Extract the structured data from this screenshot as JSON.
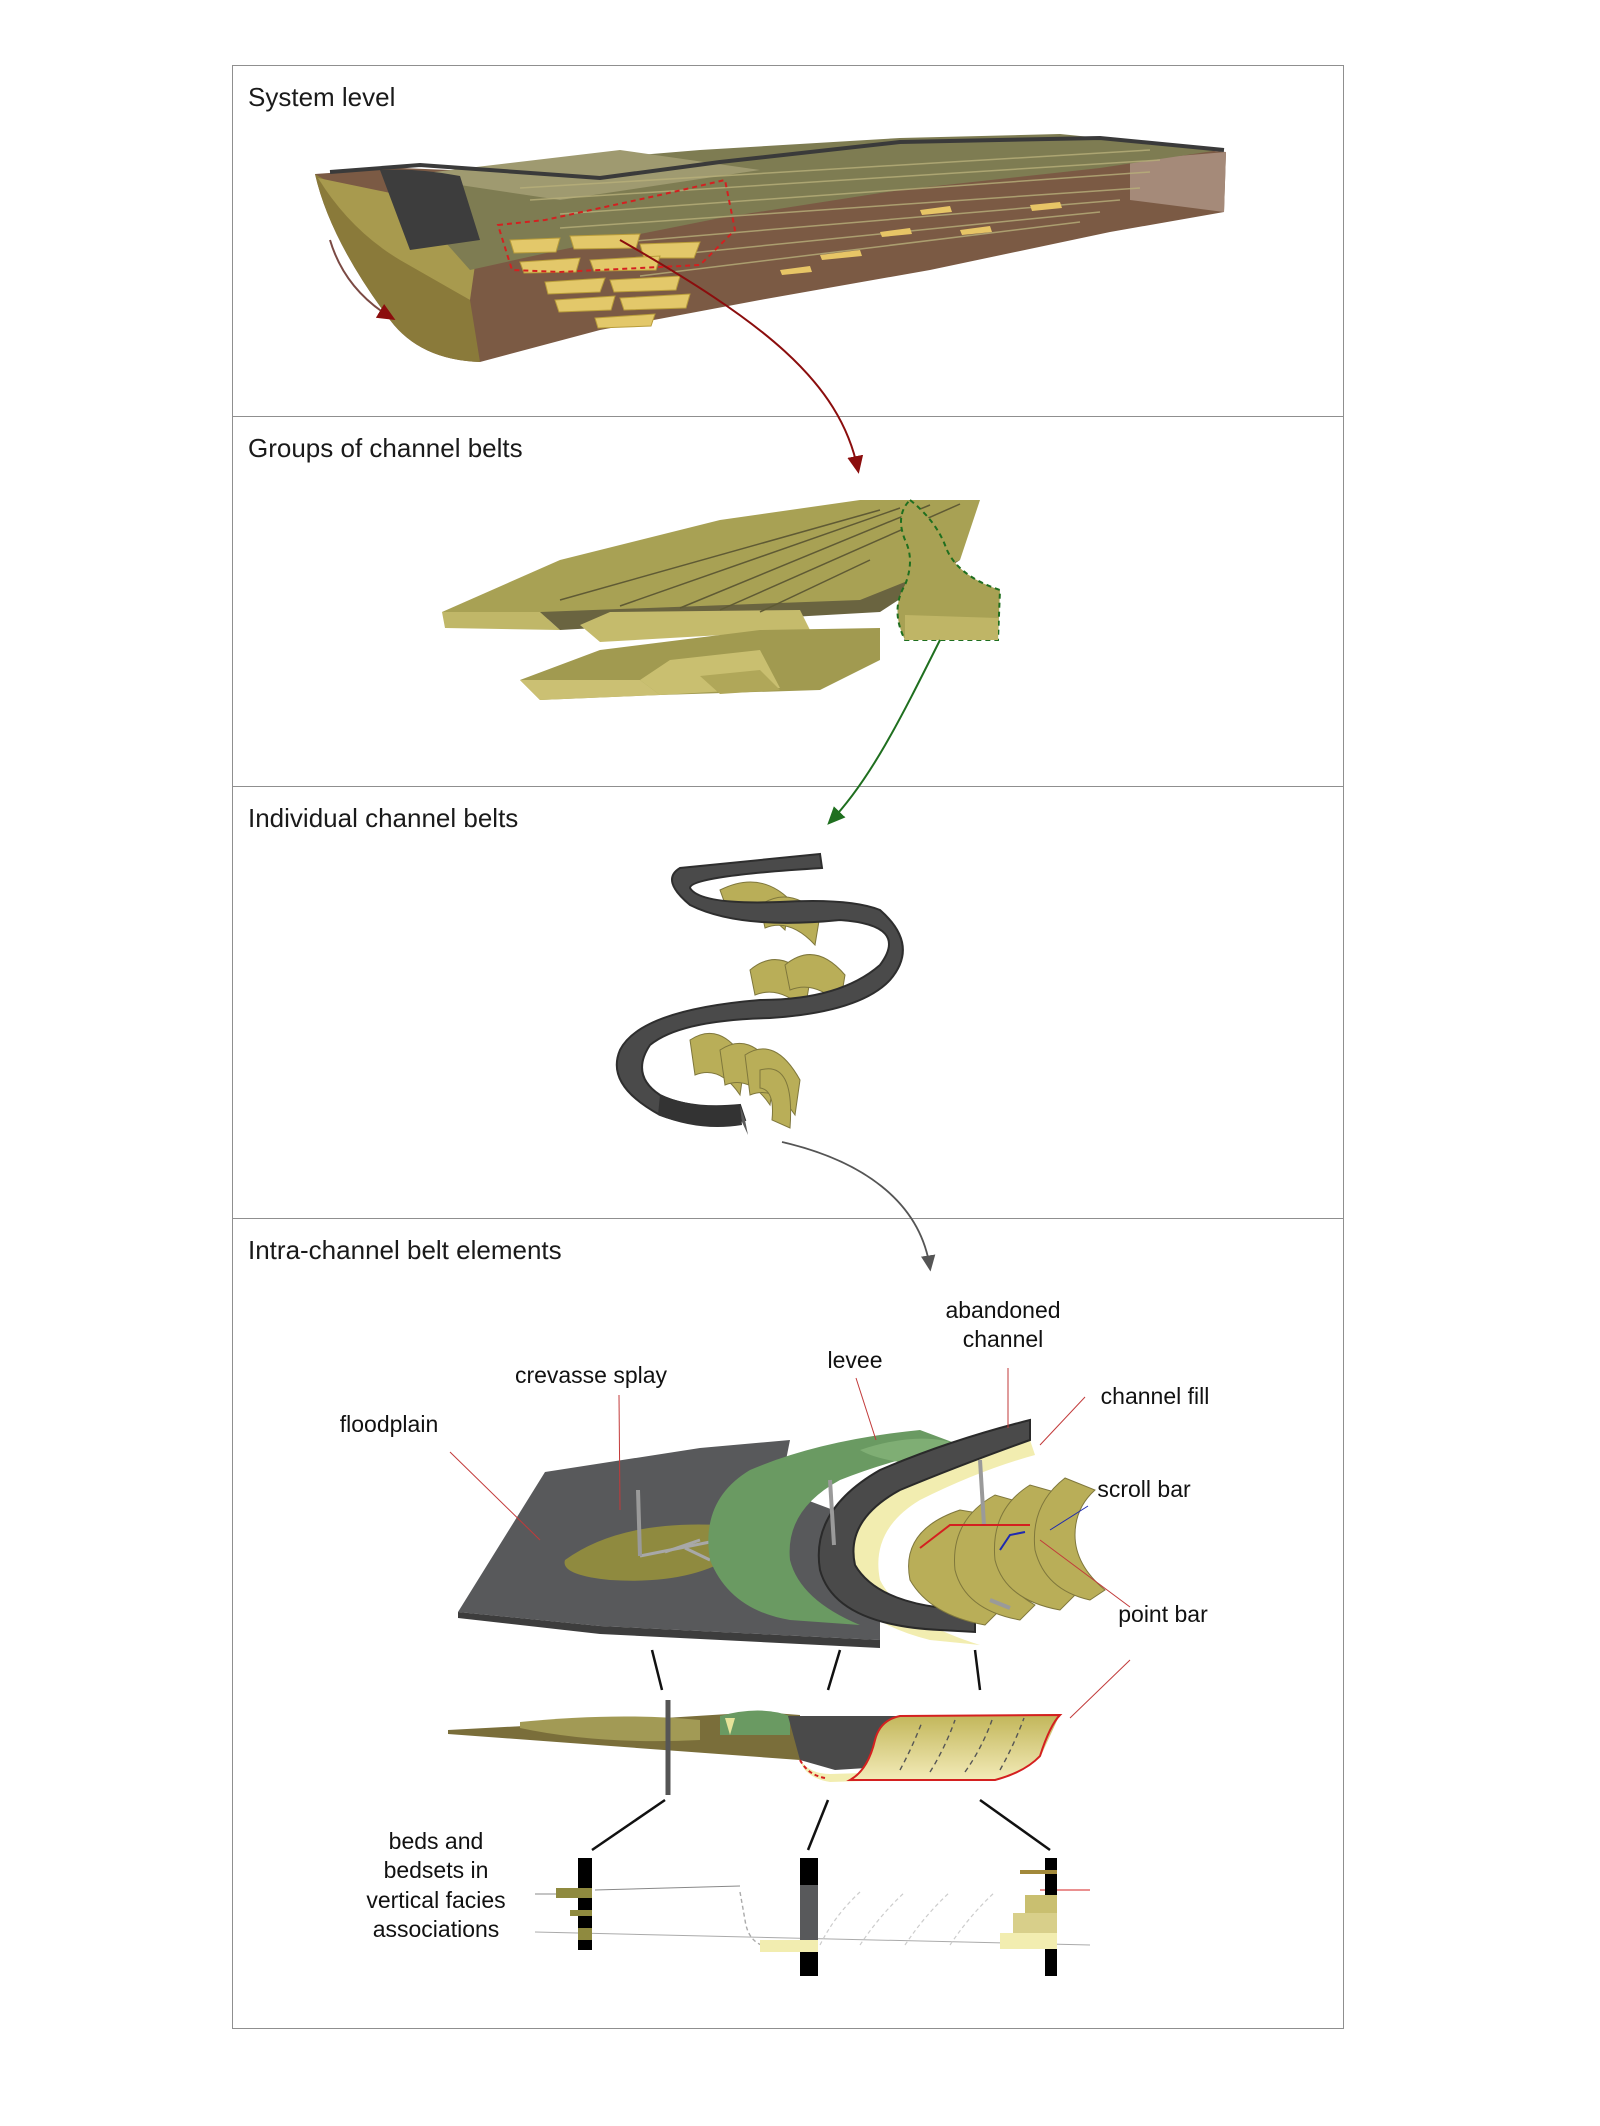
{
  "panels": [
    {
      "title": "System level"
    },
    {
      "title": "Groups of channel belts"
    },
    {
      "title": "Individual channel belts"
    },
    {
      "title": "Intra-channel belt elements"
    }
  ],
  "labels": {
    "abandoned_channel": [
      "abandoned",
      "channel"
    ],
    "levee": "levee",
    "crevasse_splay": "crevasse splay",
    "floodplain": "floodplain",
    "channel_fill": "channel fill",
    "scroll_bar": "scroll bar",
    "point_bar": "point bar",
    "beds": [
      "beds and",
      "bedsets in",
      "vertical facies",
      "associations"
    ]
  },
  "colors": {
    "olive": "#8f8a3f",
    "olive_light": "#c3b95f",
    "sand": "#e9d68c",
    "dark_grey": "#58595b",
    "green": "#6a9a62",
    "cream": "#f2edb0",
    "red": "#d42020",
    "dark_red": "#8b0d0d",
    "dark_green": "#1f6f1f",
    "blue": "#1e2ab0"
  }
}
